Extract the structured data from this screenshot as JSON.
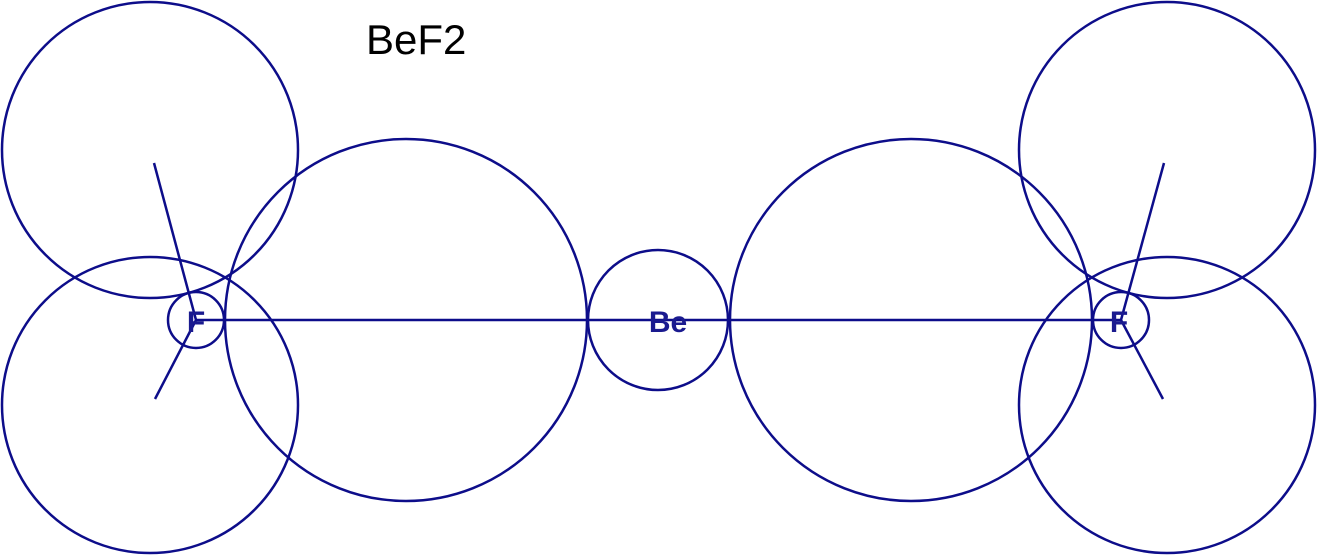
{
  "title": "BeF2",
  "atoms": {
    "central": "Be",
    "left": "F",
    "right": "F"
  },
  "colors": {
    "stroke": "#0d0d8a",
    "label": "#1a1a8f",
    "title": "#000000",
    "background": "#ffffff"
  }
}
